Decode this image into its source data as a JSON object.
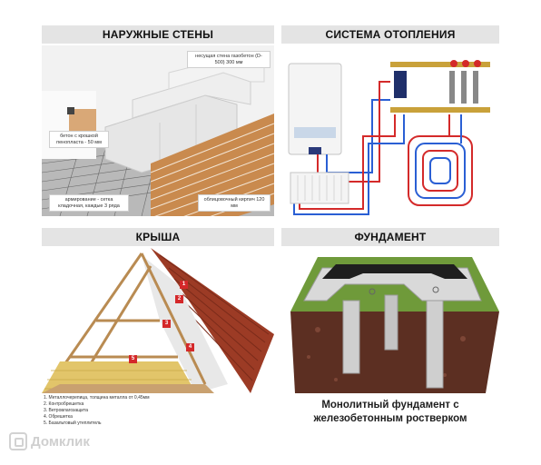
{
  "panels": {
    "walls": {
      "title": "НАРУЖНЫЕ СТЕНЫ",
      "labels": {
        "bearing_wall": "несущая стена газобетон (D-500) 300 мм",
        "concrete_screed": "бетон с крошкой пенопласта - 50 мм",
        "reinforcement": "армирование - сетка кладочная, каждые 3 ряда",
        "facing_brick": "облицовочный кирпич 120 мм"
      }
    },
    "heating": {
      "title": "СИСТЕМА ОТОПЛЕНИЯ"
    },
    "roof": {
      "title": "КРЫША",
      "markers": [
        "1",
        "2",
        "3",
        "4",
        "5"
      ],
      "legend": [
        "1. Металлочерепица, толщина металла от 0,45мм",
        "2. Контробрешетка",
        "3. Ветровлагозащита",
        "4. Обрешетка",
        "5. Базальтовый утеплитель"
      ]
    },
    "foundation": {
      "title": "ФУНДАМЕНТ",
      "caption_line1": "Монолитный фундамент с",
      "caption_line2": "железобетонным ростверком"
    }
  },
  "watermark": {
    "text": "Домклик",
    "icon": "domclick-logo-icon"
  },
  "colors": {
    "header_bg": "#e4e4e4",
    "brick": "#c98a4e",
    "pipe_red": "#d42a2a",
    "pipe_blue": "#2a5fd4",
    "roof_red": "#9c3b25"
  }
}
